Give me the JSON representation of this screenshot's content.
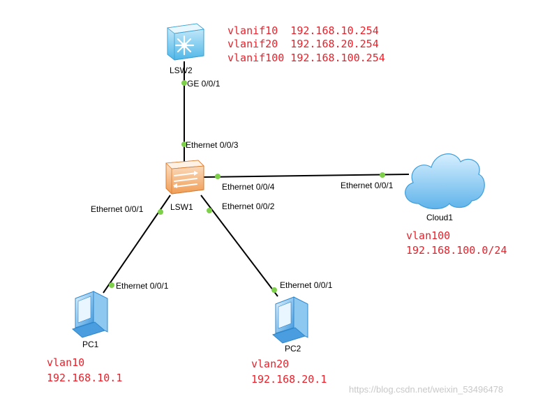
{
  "devices": {
    "lsw2": {
      "name": "LSW2"
    },
    "lsw1": {
      "name": "LSW1"
    },
    "cloud1": {
      "name": "Cloud1"
    },
    "pc1": {
      "name": "PC1"
    },
    "pc2": {
      "name": "PC2"
    }
  },
  "ports": {
    "lsw2_ge001": "GE 0/0/1",
    "lsw1_e003": "Ethernet 0/0/3",
    "lsw1_e004": "Ethernet 0/0/4",
    "cloud1_e001": "Ethernet 0/0/1",
    "lsw1_e001": "Ethernet 0/0/1",
    "lsw1_e002": "Ethernet 0/0/2",
    "pc1_e001": "Ethernet 0/0/1",
    "pc2_e001": "Ethernet 0/0/1"
  },
  "annotations": {
    "lsw2": [
      "vlanif10  192.168.10.254",
      "vlanif20  192.168.20.254",
      "vlanif100 192.168.100.254"
    ],
    "cloud1": [
      "vlan100",
      "192.168.100.0/24"
    ],
    "pc1": [
      "vlan10",
      "192.168.10.1"
    ],
    "pc2": [
      "vlan20",
      "192.168.20.1"
    ]
  },
  "watermark": "https://blog.csdn.net/weixin_53496478",
  "colors": {
    "annotation": "#e8202a",
    "link": "#000000",
    "port": "#7ed04b",
    "switch_l3": "#8fd4f2",
    "switch_l2": "#f6c89a",
    "cloud": "#7cc4ee",
    "pc": "#5aa9e6"
  }
}
